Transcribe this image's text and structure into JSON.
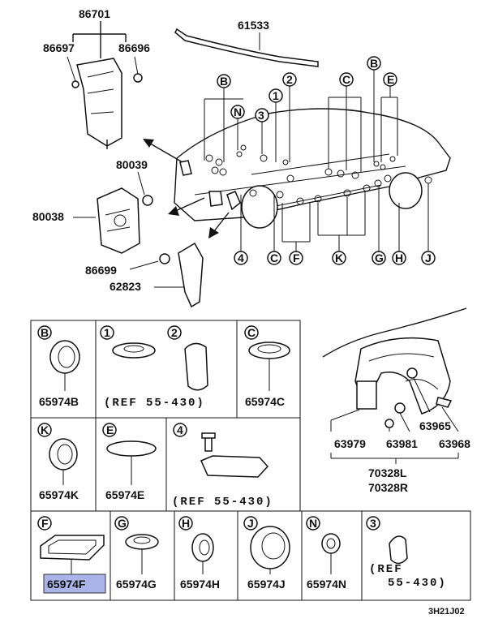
{
  "callouts": {
    "p86701": "86701",
    "p86697": "86697",
    "p86696": "86696",
    "p61533": "61533",
    "p80039": "80039",
    "p80038": "80038",
    "p86699": "86699",
    "p62823": "62823"
  },
  "letter_refs": {
    "B": "B",
    "C": "C",
    "E": "E",
    "N": "N",
    "one": "1",
    "two": "2",
    "three": "3",
    "four": "4",
    "F": "F",
    "K": "K",
    "G": "G",
    "H": "H",
    "J": "J"
  },
  "cells": {
    "B": {
      "ref": "B",
      "part": "65974B"
    },
    "one_two": {
      "ref1": "1",
      "ref2": "2",
      "part": "(REF 55-430)"
    },
    "C": {
      "ref": "C",
      "part": "65974C"
    },
    "K": {
      "ref": "K",
      "part": "65974K"
    },
    "E": {
      "ref": "E",
      "part": "65974E"
    },
    "four": {
      "ref": "4",
      "part": "(REF 55-430)"
    },
    "F": {
      "ref": "F",
      "part": "65974F"
    },
    "G": {
      "ref": "G",
      "part": "65974G"
    },
    "H": {
      "ref": "H",
      "part": "65974H"
    },
    "J": {
      "ref": "J",
      "part": "65974J"
    },
    "N": {
      "ref": "N",
      "part": "65974N"
    },
    "three": {
      "ref": "3",
      "part_line1": "(REF",
      "part_line2": "55-430)"
    }
  },
  "fender": {
    "p63979": "63979",
    "p63981": "63981",
    "p63965": "63965",
    "p63968": "63968",
    "p70328L": "70328L",
    "p70328R": "70328R"
  },
  "diagram_code": "3H21J02"
}
